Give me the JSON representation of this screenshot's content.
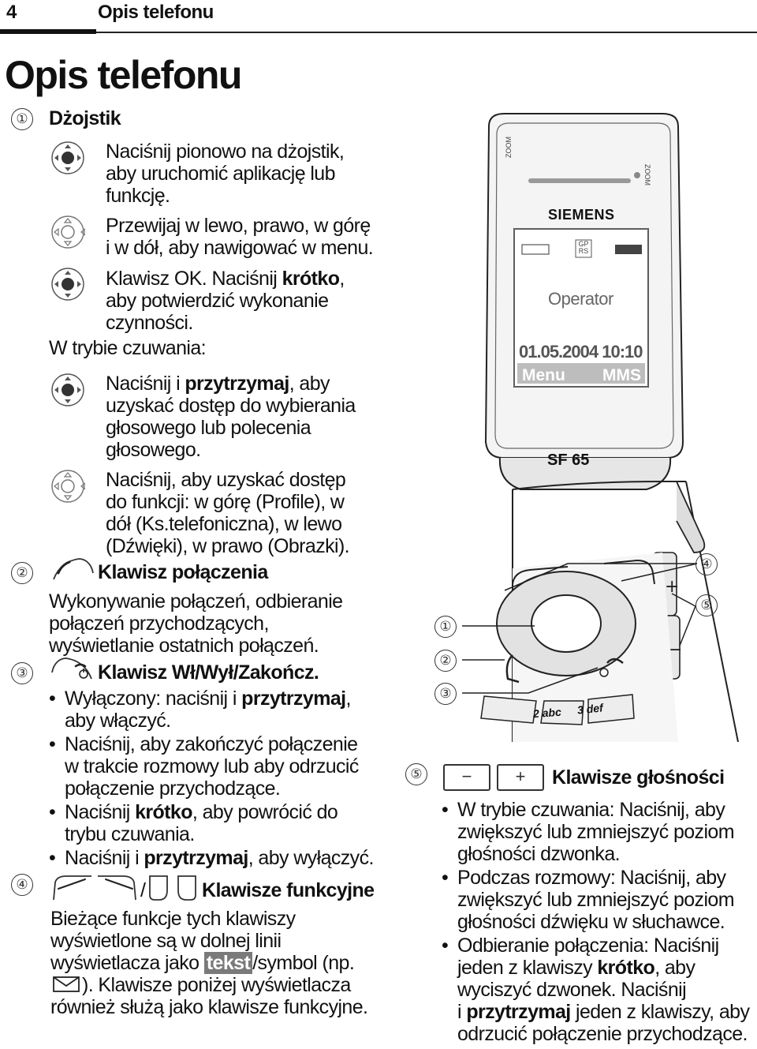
{
  "header": {
    "page_number": "4",
    "title": "Opis telefonu"
  },
  "main_title": "Opis telefonu",
  "section1": {
    "number": "①",
    "title": "Dżojstik",
    "items": [
      {
        "icon": "joystick-press-icon",
        "lines": [
          "Naciśnij pionowo na dżojstik,",
          "aby uruchomić aplikację lub",
          "funkcję."
        ]
      },
      {
        "icon": "joystick-navigate-icon",
        "lines": [
          "Przewijaj w lewo, prawo, w górę",
          "i w dół, aby nawigować w menu."
        ]
      },
      {
        "icon": "joystick-ok-icon",
        "line1_pre": "Klawisz OK. Naciśnij ",
        "line1_bold": "krótko",
        "line1_post": ",",
        "lines": [
          "aby potwierdzić wykonanie",
          "czynności."
        ]
      }
    ],
    "standby_heading": "W trybie czuwania:",
    "standby_items": [
      {
        "icon": "joystick-press-icon",
        "line1_pre": "Naciśnij i ",
        "line1_bold": "przytrzymaj",
        "line1_post": ", aby",
        "lines": [
          "uzyskać dostęp do wybierania",
          "głosowego lub polecenia",
          "głosowego."
        ]
      },
      {
        "icon": "joystick-navigate-icon",
        "lines": [
          "Naciśnij, aby uzyskać dostęp",
          "do funkcji: w górę (Profile), w",
          "dół (Ks.telefoniczna), w lewo",
          "(Dźwięki), w prawo (Obrazki)."
        ]
      }
    ]
  },
  "section2": {
    "number": "②",
    "title": "Klawisz połączenia",
    "lines": [
      "Wykonywanie połączeń, odbieranie",
      "połączeń przychodzących,",
      "wyświetlanie ostatnich połączeń."
    ]
  },
  "section3": {
    "number": "③",
    "title": "Klawisz Wł/Wył/Zakończ.",
    "bullets": [
      {
        "pre": "Wyłączony: naciśnij i ",
        "bold": "przytrzymaj",
        "post": ",",
        "cont": "aby włączyć."
      },
      {
        "pre": "Naciśnij, aby zakończyć połączenie",
        "bold": "",
        "post": "",
        "cont": "w trakcie rozmowy lub aby odrzucić",
        "cont2": "połączenie przychodzące."
      },
      {
        "pre": "Naciśnij ",
        "bold": "krótko",
        "post": ", aby powrócić do",
        "cont": "trybu czuwania."
      },
      {
        "pre": "Naciśnij i ",
        "bold": "przytrzymaj",
        "post": ", aby wyłączyć.",
        "cont": ""
      }
    ]
  },
  "section4": {
    "number": "④",
    "slash": "/",
    "title": "Klawisze funkcyjne",
    "line1": "Bieżące funkcje tych klawiszy",
    "line2": "wyświetlone są w dolnej linii",
    "line3_pre": "wyświetlacza jako ",
    "chip": "tekst",
    "line3_post": "/symbol (np.",
    "line4_post": "). Klawisze poniżej wyświetlacza",
    "line5": "również służą jako klawisze funkcyjne."
  },
  "section5": {
    "number": "⑤",
    "minus": "−",
    "plus": "+",
    "title": "Klawisze głośności",
    "bullets": [
      [
        "W trybie czuwania: Naciśnij, aby",
        "zwiększyć lub zmniejszyć poziom",
        "głośności dzwonka."
      ],
      [
        "Podczas rozmowy: Naciśnij, aby",
        "zwiększyć lub zmniejszyć poziom",
        "głośności dźwięku w słuchawce."
      ]
    ],
    "bullet3": {
      "l1": "Odbieranie połączenia: Naciśnij",
      "l2_pre": "jeden z klawiszy ",
      "l2_bold": "krótko",
      "l2_post": ", aby",
      "l3": "wyciszyć dzwonek. Naciśnij",
      "l4_pre": "i ",
      "l4_bold": "przytrzymaj",
      "l4_post": " jeden z klawiszy, aby",
      "l5": "odrzucić połączenie przychodzące."
    }
  },
  "phone": {
    "brand": "SIEMENS",
    "operator": "Operator",
    "datetime": "01.05.2004 10:10",
    "softkey_left": "Menu",
    "softkey_right": "MMS",
    "model": "SF 65",
    "zoom_label": "ZOOM",
    "gprs": "GP RS",
    "key2": "2 abc",
    "key3": "3 def",
    "callouts": [
      "①",
      "②",
      "③",
      "④",
      "⑤"
    ]
  }
}
